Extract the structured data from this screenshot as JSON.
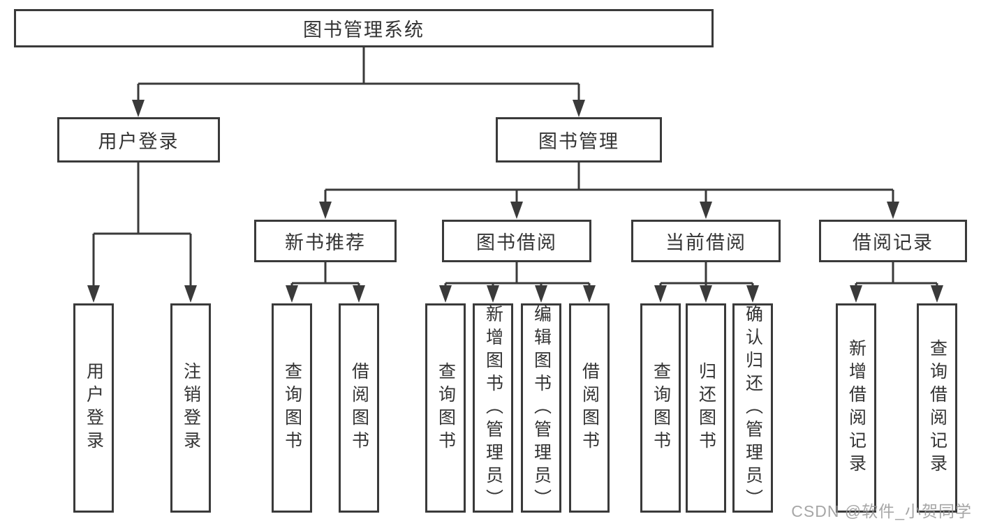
{
  "watermark": "CSDN @软件_小贺同学",
  "colors": {
    "line": "#3a3a3a",
    "box_border": "#3a3a3a",
    "text": "#333333",
    "watermark": "#a8a8a8",
    "background": "#ffffff"
  },
  "tree": {
    "root": {
      "label": "图书管理系统"
    },
    "level2": [
      {
        "label": "用户登录",
        "children": [
          {
            "label": "用户登录"
          },
          {
            "label": "注销登录"
          }
        ]
      },
      {
        "label": "图书管理",
        "children": [
          {
            "label": "新书推荐",
            "children": [
              {
                "label": "查询图书"
              },
              {
                "label": "借阅图书"
              }
            ]
          },
          {
            "label": "图书借阅",
            "children": [
              {
                "label": "查询图书"
              },
              {
                "label": "新增图书（管理员）"
              },
              {
                "label": "编辑图书（管理员）"
              },
              {
                "label": "借阅图书"
              }
            ]
          },
          {
            "label": "当前借阅",
            "children": [
              {
                "label": "查询图书"
              },
              {
                "label": "归还图书"
              },
              {
                "label": "确认归还（管理员）"
              }
            ]
          },
          {
            "label": "借阅记录",
            "children": [
              {
                "label": "新增借阅记录"
              },
              {
                "label": "查询借阅记录"
              }
            ]
          }
        ]
      }
    ]
  }
}
